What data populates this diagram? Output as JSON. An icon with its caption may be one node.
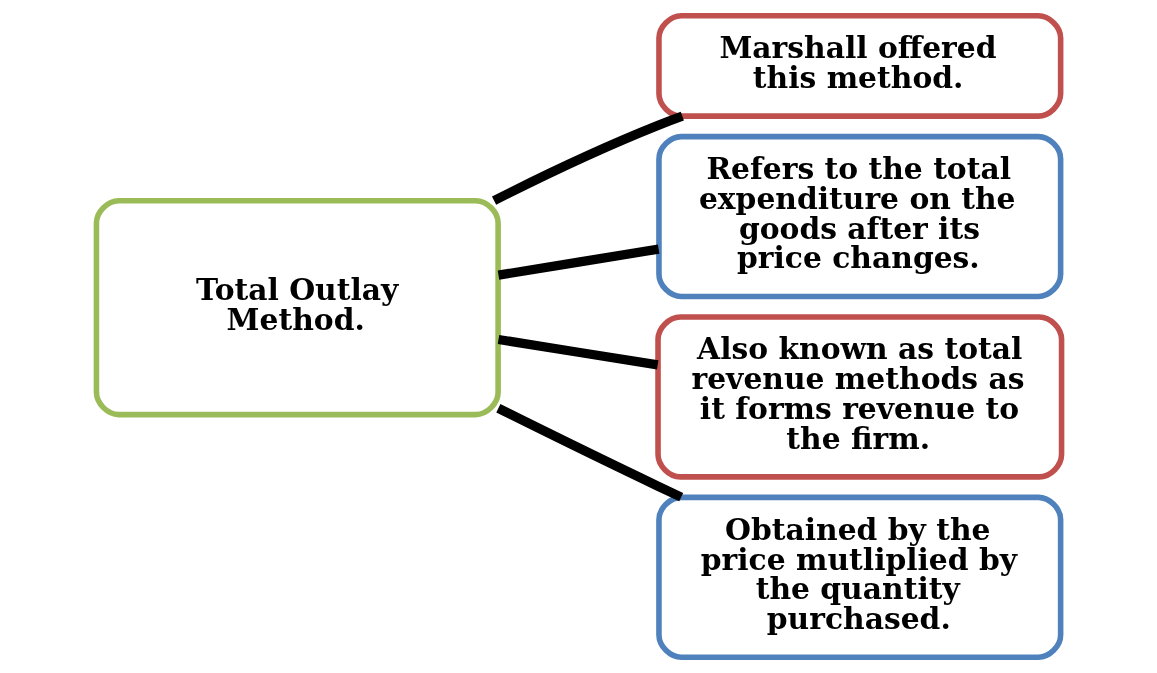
{
  "diagram": {
    "nodes": [
      {
        "text": [
          "Total Outlay Method."
        ]
      },
      {
        "text": [
          "Marshall offered this method."
        ]
      },
      {
        "text": [
          "Refers to the total expenditure on the goods after its price changes."
        ]
      },
      {
        "text": [
          "Also known as total revenue methods as it forms revenue to the firm."
        ]
      },
      {
        "text": [
          "Obtained by the price mutliplied by the quantity purchased."
        ]
      }
    ],
    "edges": [
      {
        "from": 0,
        "to": 1,
        "arrow": "none"
      },
      {
        "from": 0,
        "to": 2,
        "arrow": "none"
      },
      {
        "from": 0,
        "to": 3,
        "arrow": "none"
      },
      {
        "from": 0,
        "to": 4,
        "arrow": "none"
      }
    ]
  }
}
